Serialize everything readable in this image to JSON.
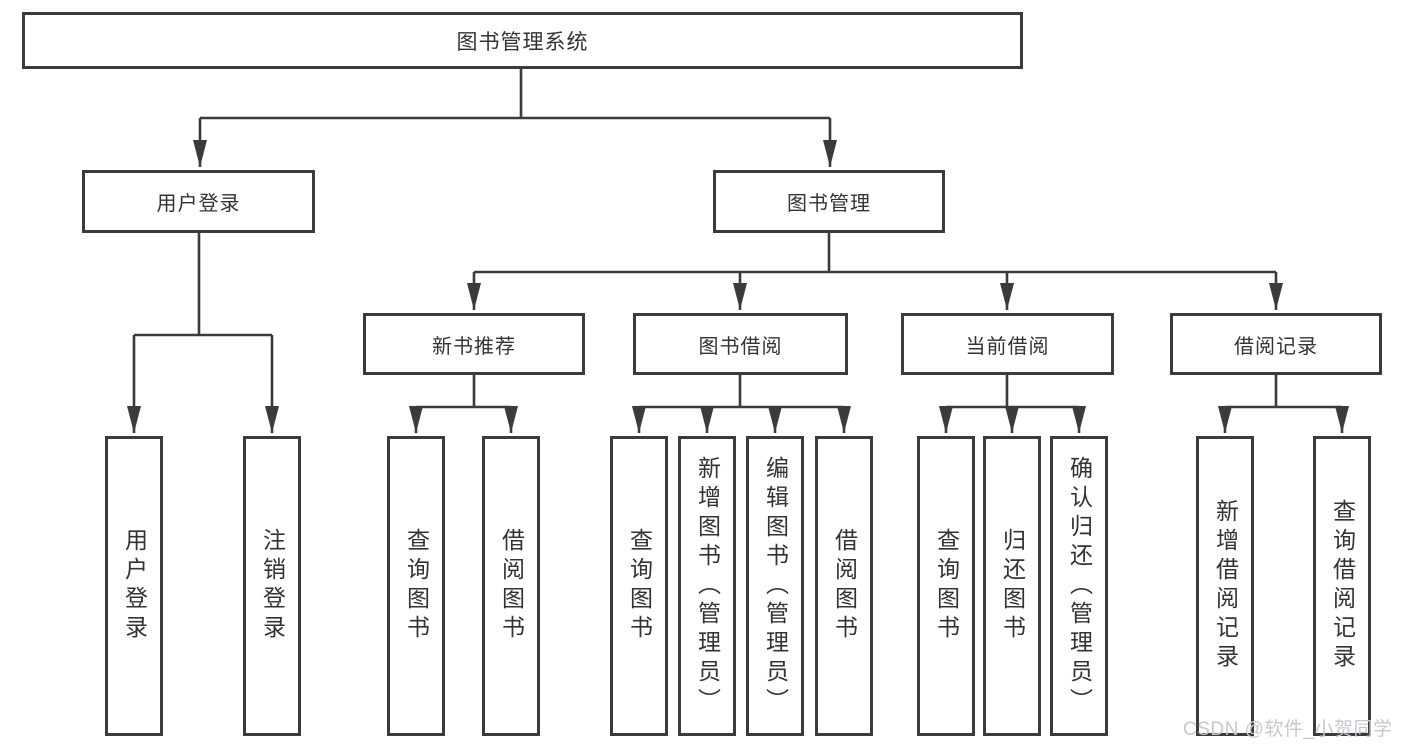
{
  "diagram": {
    "title": {
      "label": "图书管理系统"
    },
    "level2": [
      {
        "label": "用户登录"
      },
      {
        "label": "图书管理"
      }
    ],
    "level3": [
      {
        "label": "新书推荐"
      },
      {
        "label": "图书借阅"
      },
      {
        "label": "当前借阅"
      },
      {
        "label": "借阅记录"
      }
    ],
    "leaves": [
      {
        "label": "用户登录"
      },
      {
        "label": "注销登录"
      },
      {
        "label": "查询图书"
      },
      {
        "label": "借阅图书"
      },
      {
        "label": "查询图书"
      },
      {
        "label": "新增图书（管理员）"
      },
      {
        "label": "编辑图书（管理员）"
      },
      {
        "label": "借阅图书"
      },
      {
        "label": "查询图书"
      },
      {
        "label": "归还图书"
      },
      {
        "label": "确认归还（管理员）"
      },
      {
        "label": "新增借阅记录"
      },
      {
        "label": "查询借阅记录"
      }
    ],
    "colors": {
      "line": "#3b3b3b",
      "box_border": "#3b3b3b",
      "box_fill": "#ffffff",
      "text": "#333333",
      "background": "#ffffff",
      "watermark": "#c7c8ce"
    }
  },
  "watermark": {
    "text": "CSDN @软件_小贺同学"
  }
}
